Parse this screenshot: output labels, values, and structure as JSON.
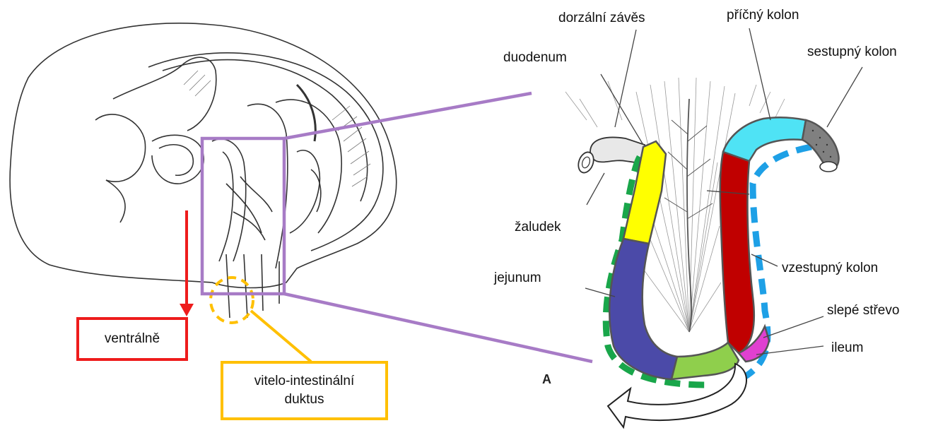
{
  "labels": {
    "dorzalni_zaves": "dorzální závěs",
    "pricny_kolon": "příčný kolon",
    "sestupny_kolon": "sestupný kolon",
    "duodenum": "duodenum",
    "zaludek": "žaludek",
    "jejunum": "jejunum",
    "vzestupny_kolon": "vzestupný kolon",
    "slepe_strevo": "slepé střevo",
    "ileum": "ileum",
    "panel_letter": "A"
  },
  "boxes": {
    "ventral": "ventrálně",
    "vitelo_line1": "vitelo-intestinální",
    "vitelo_line2": "duktus"
  },
  "colors": {
    "ventral_red": "#ee1c1c",
    "vitelo_yellow": "#ffc000",
    "zoom_purple": "#a77bc6",
    "duodenum_yellow": "#ffff00",
    "jejunum_blue": "#4b4aa8",
    "ileum_green": "#8fcf4c",
    "ascending_red": "#c00000",
    "transverse_cyan": "#4fe3f5",
    "descending_gray": "#808080",
    "cecum_pink": "#e040d0",
    "dash_green": "#19a64a",
    "dash_blue": "#1ea0e6"
  }
}
